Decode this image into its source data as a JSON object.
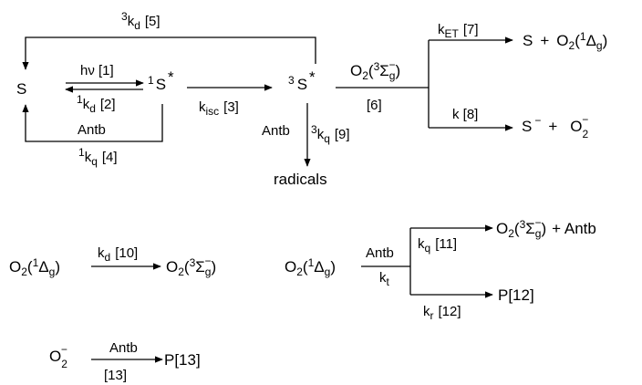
{
  "species": {
    "S_left": "S",
    "S1": "S",
    "S3": "S",
    "star": "*",
    "sup1": "1",
    "sup3": "3",
    "radicals": "radicals",
    "prod_S": "S",
    "prod_plus": "+",
    "prod_O2": "O",
    "prod_Sminus": "S",
    "prod_O2minus": "O"
  },
  "labels": {
    "k5": "[5]",
    "hv": "hν [1]",
    "k2": "[2]",
    "k3": "[3]",
    "antb": "Antb",
    "k4": "[4]",
    "k6": "[6]",
    "k7": "[7]",
    "k8": "k  [8]",
    "k9": "[9]",
    "k10": "[10]",
    "k11": "[11]",
    "k12": "[12]",
    "k13": "[13]",
    "kd": "k",
    "kq": "k",
    "kisc_k": "k",
    "kisc_sub": "isc",
    "kET_k": "k",
    "kET_sub": "ET",
    "d": "d",
    "q": "q",
    "t": "t",
    "r": "r"
  },
  "oxygen": {
    "O": "O",
    "two": "2",
    "one": "1",
    "three": "3",
    "Delta": "Δ",
    "Sigma": "Σ",
    "g": "g",
    "minus": "−",
    "open": "(",
    "close": ")"
  },
  "products": {
    "P12": "P[12]",
    "P13": "P[13]",
    "antb_tail": "+ Antb"
  }
}
